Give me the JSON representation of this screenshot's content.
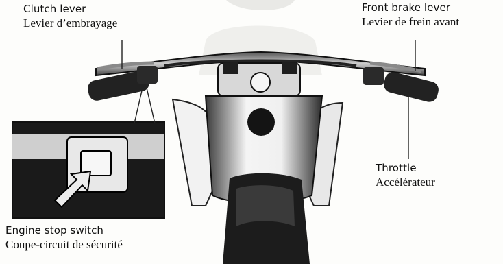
{
  "figure": {
    "labels": {
      "clutch_lever": {
        "en": "Clutch lever",
        "fr": "Levier d’embrayage"
      },
      "front_brake_lever": {
        "en": "Front brake lever",
        "fr": "Levier de frein avant"
      },
      "throttle": {
        "en": "Throttle",
        "fr": "Accélérateur"
      },
      "engine_stop_switch": {
        "en": "Engine stop switch",
        "fr": "Coupe-circuit de sécurité"
      }
    },
    "colors": {
      "background": "#fdfdfb",
      "metal_dark": "#1c1c1c",
      "ink": "#111111"
    }
  }
}
